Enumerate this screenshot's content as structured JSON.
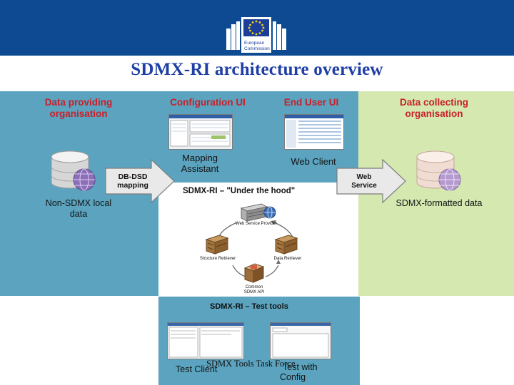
{
  "header": {
    "logo_text": [
      "European",
      "Commission"
    ],
    "title": "SDMX-RI architecture overview",
    "colors": {
      "bar": "#0d4a92",
      "title": "#1f3fa6",
      "panel_blue": "#5ba3bf",
      "panel_green": "#d4e8b0",
      "heading_red": "#c8202a"
    }
  },
  "left": {
    "heading": [
      "Data providing",
      "organisation"
    ],
    "label": [
      "Non-SDMX local",
      "data"
    ],
    "icon": "database-globe-icon"
  },
  "top": {
    "config_heading": "Configuration UI",
    "enduser_heading": "End User UI",
    "mapping_label": [
      "Mapping",
      "Assistant"
    ],
    "webclient_label": "Web Client"
  },
  "right": {
    "heading": [
      "Data collecting",
      "organisation"
    ],
    "label": "SDMX-formatted data",
    "icon": "database-globe-icon"
  },
  "arrows": {
    "left": [
      "DB-DSD",
      "mapping"
    ],
    "right": [
      "Web",
      "Service"
    ]
  },
  "hood": {
    "title": "SDMX-RI – \"Under the hood\"",
    "web_service_provider": "Web Service Provider",
    "structure_retriever": "Structure Retriever",
    "data_retriever": "Data Retriever",
    "common_api": [
      "Common",
      "SDMX API"
    ]
  },
  "tests": {
    "title": "SDMX-RI – Test tools",
    "test_client": "Test Client",
    "test_with": "Test with",
    "config": "Config"
  },
  "footer": {
    "text": "SDMX Tools Task Force"
  }
}
